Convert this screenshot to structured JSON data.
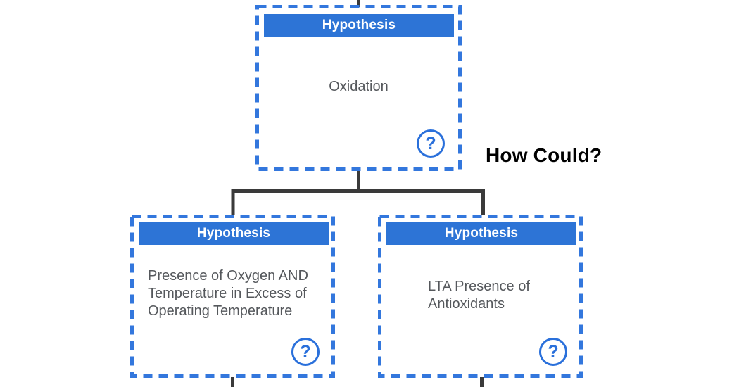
{
  "diagram": {
    "annotation": "How Could?",
    "nodes": {
      "root": {
        "header": "Hypothesis",
        "body_lines": [
          "Oxidation"
        ],
        "help_glyph": "?"
      },
      "left": {
        "header": "Hypothesis",
        "body_lines": [
          "Presence of Oxygen AND",
          "Temperature in Excess of",
          "Operating Temperature"
        ],
        "help_glyph": "?"
      },
      "right": {
        "header": "Hypothesis",
        "body_lines": [
          "LTA Presence of",
          "Antioxidants"
        ],
        "help_glyph": "?"
      }
    },
    "colors": {
      "border_blue": "#3377dd",
      "header_blue": "#2d74d6",
      "header_text": "#ffffff",
      "body_text": "#55585c",
      "connector": "#3a3a3a",
      "help_blue": "#2a70db",
      "annotation_text": "#000000"
    }
  }
}
